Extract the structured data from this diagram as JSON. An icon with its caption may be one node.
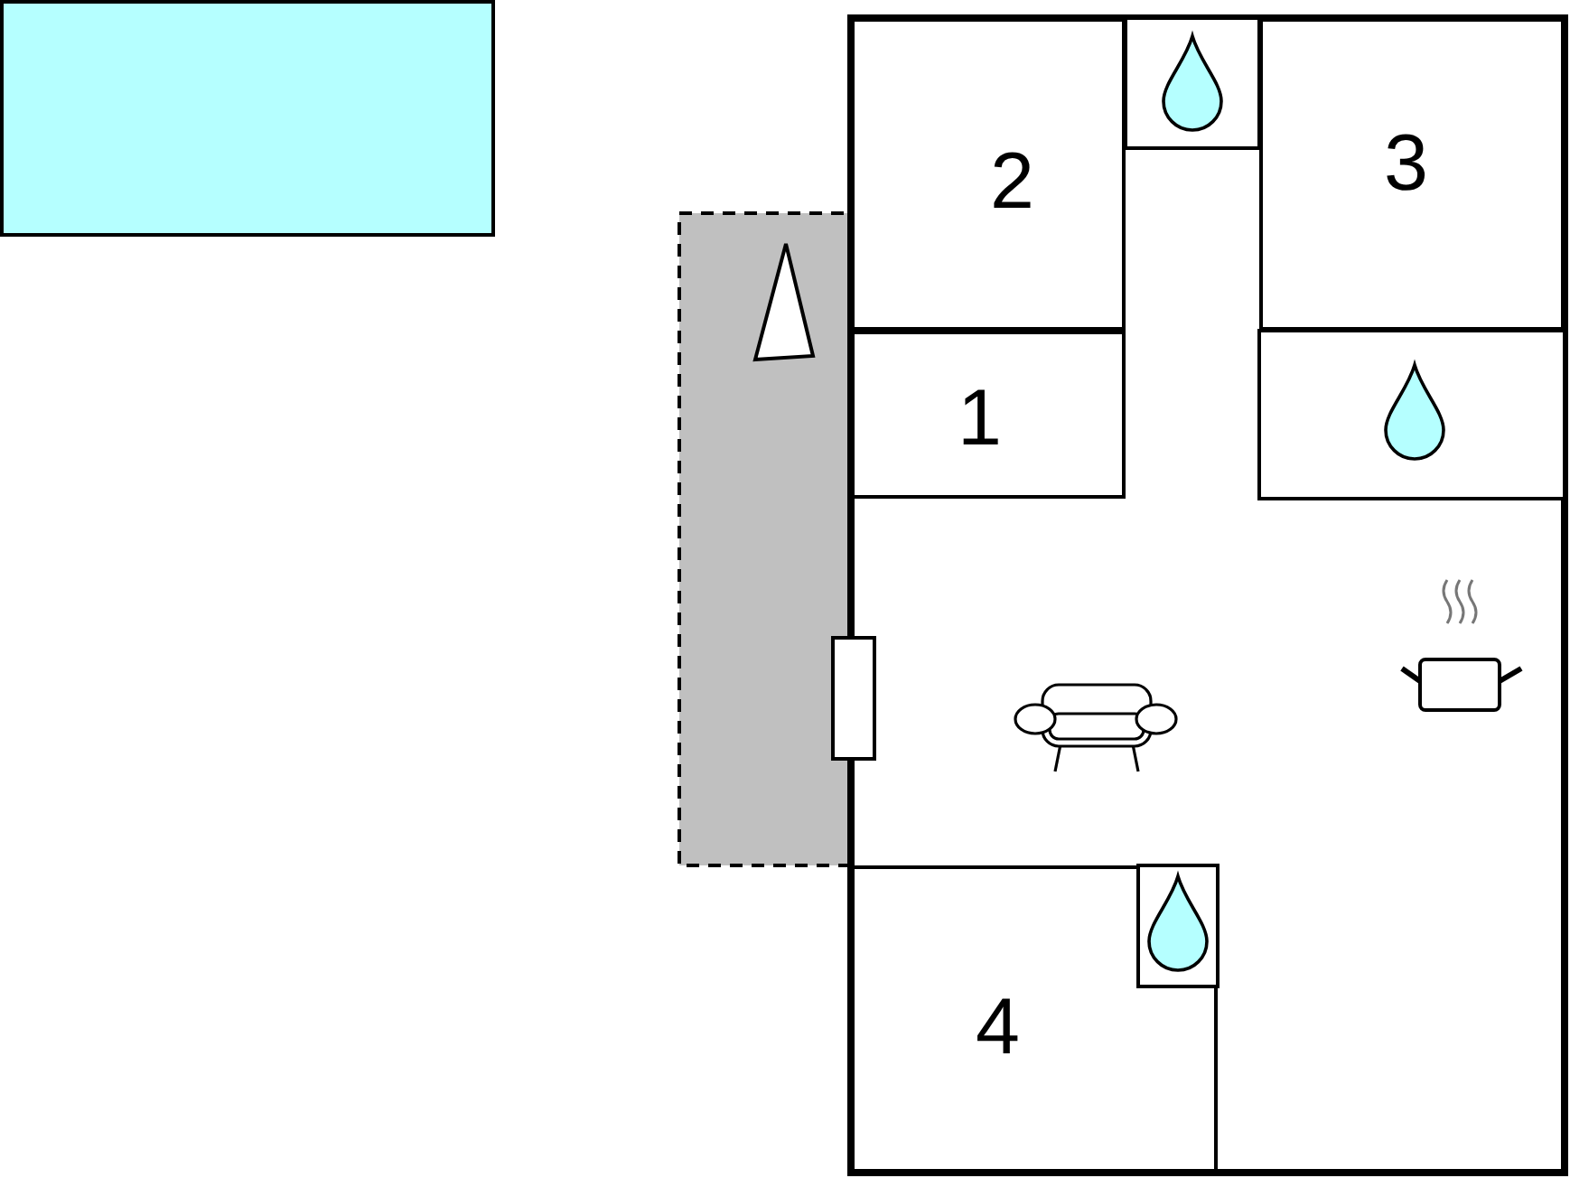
{
  "diagram": {
    "nodes": [
      {
        "text": [],
        "shape": "box"
      },
      {
        "text": [
          "2"
        ]
      },
      {
        "text": [
          "3"
        ]
      },
      {
        "text": [
          "1"
        ]
      },
      {
        "text": [
          "4"
        ]
      }
    ]
  }
}
